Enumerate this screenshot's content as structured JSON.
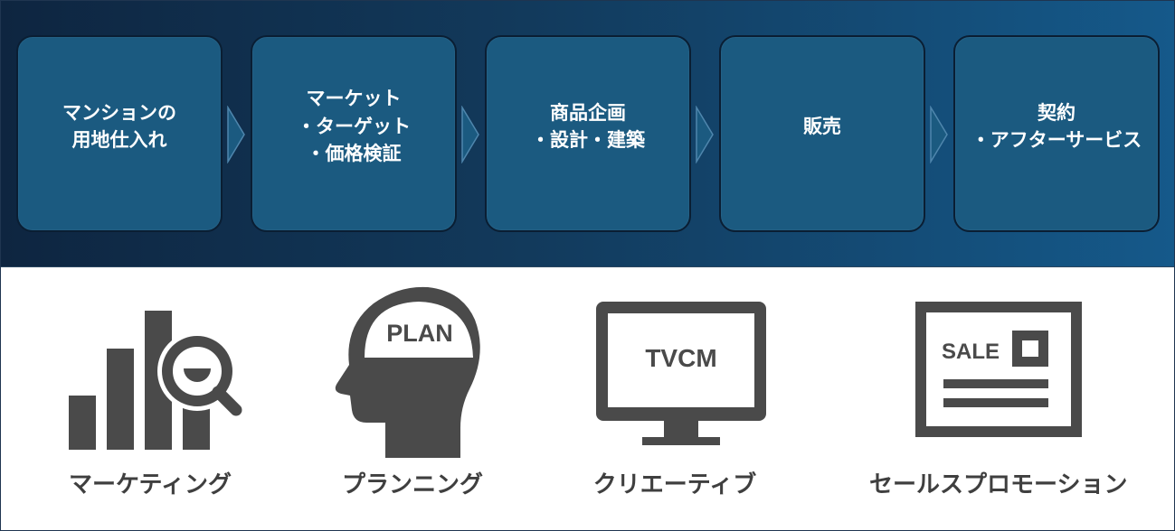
{
  "flow_steps": [
    {
      "label": "マンションの\n用地仕入れ"
    },
    {
      "label": "マーケット\n・ターゲット\n・価格検証"
    },
    {
      "label": "商品企画\n・設計・建築"
    },
    {
      "label": "販売"
    },
    {
      "label": "契約\n・アフターサービス"
    }
  ],
  "icons": [
    {
      "icon": "bar-chart-magnifier-icon",
      "caption": "マーケティング"
    },
    {
      "icon": "head-plan-icon",
      "inner_text": "PLAN",
      "caption": "プランニング"
    },
    {
      "icon": "monitor-tvcm-icon",
      "inner_text": "TVCM",
      "caption": "クリエーティブ"
    },
    {
      "icon": "sale-flyer-icon",
      "inner_text": "SALE",
      "caption": "セールスプロモーション"
    }
  ],
  "colors": {
    "flow_bg_dark": "#0e2540",
    "flow_bg_light": "#15598a",
    "step_fill": "#1b5a80",
    "icon_gray": "#4a4a4a",
    "caption_text": "#3f3f3f"
  }
}
